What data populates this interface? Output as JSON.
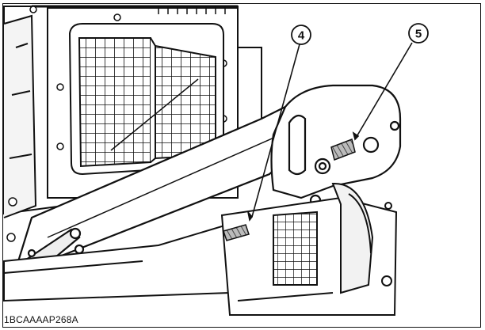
{
  "illustration": {
    "subject": "skid-steer-cab-side-with-labels",
    "stroke_color": "#111111",
    "label_fill_color": "#666666"
  },
  "callouts": [
    {
      "number": "4"
    },
    {
      "number": "5"
    }
  ],
  "figure_code": "1BCAAAAP268A"
}
